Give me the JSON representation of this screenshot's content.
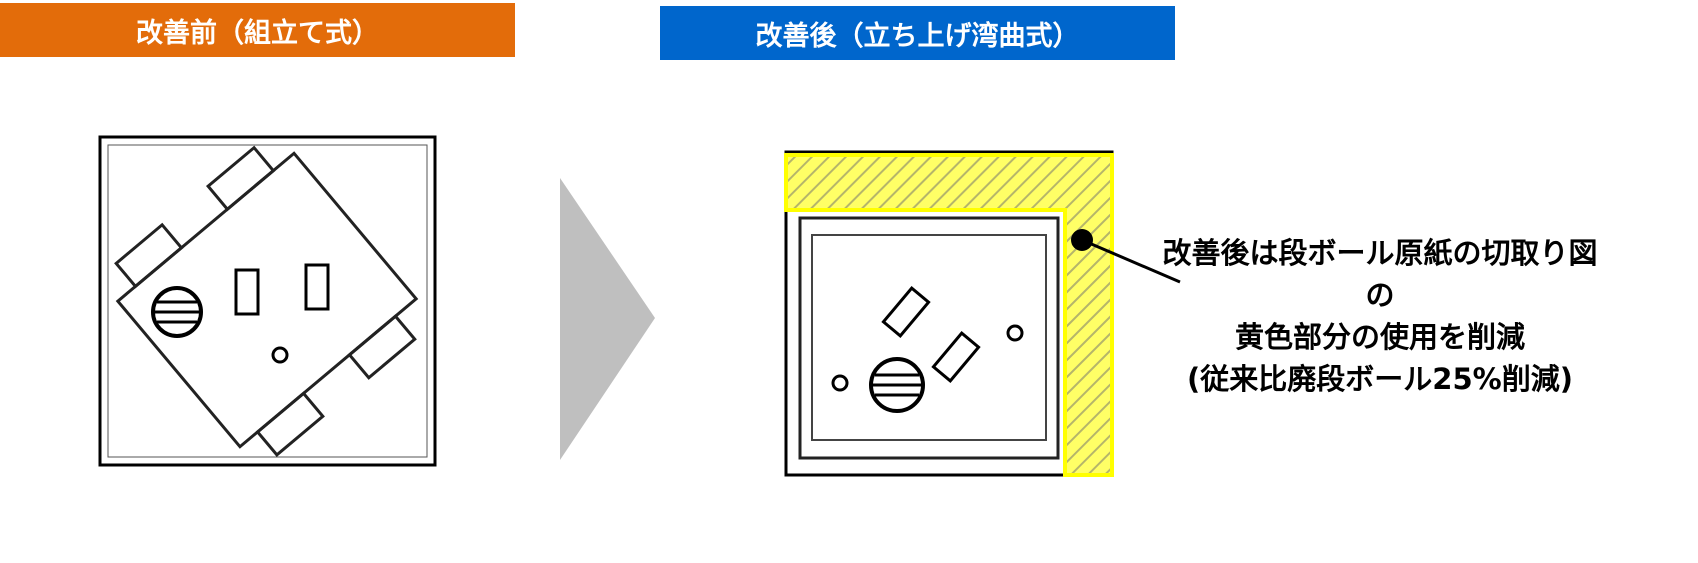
{
  "before_label": "改善前（組立て式）",
  "after_label": "改善後（立ち上げ湾曲式）",
  "note": {
    "line1": "改善後は段ボール原紙の切取り図の",
    "line2": "黄色部分の使用を削減",
    "line3": "(従来比廃段ボール25%削減)"
  },
  "colors": {
    "before": "#e36c0a",
    "after": "#0066cc",
    "highlight": "#ffff00",
    "arrow": "#bfbfbf"
  }
}
